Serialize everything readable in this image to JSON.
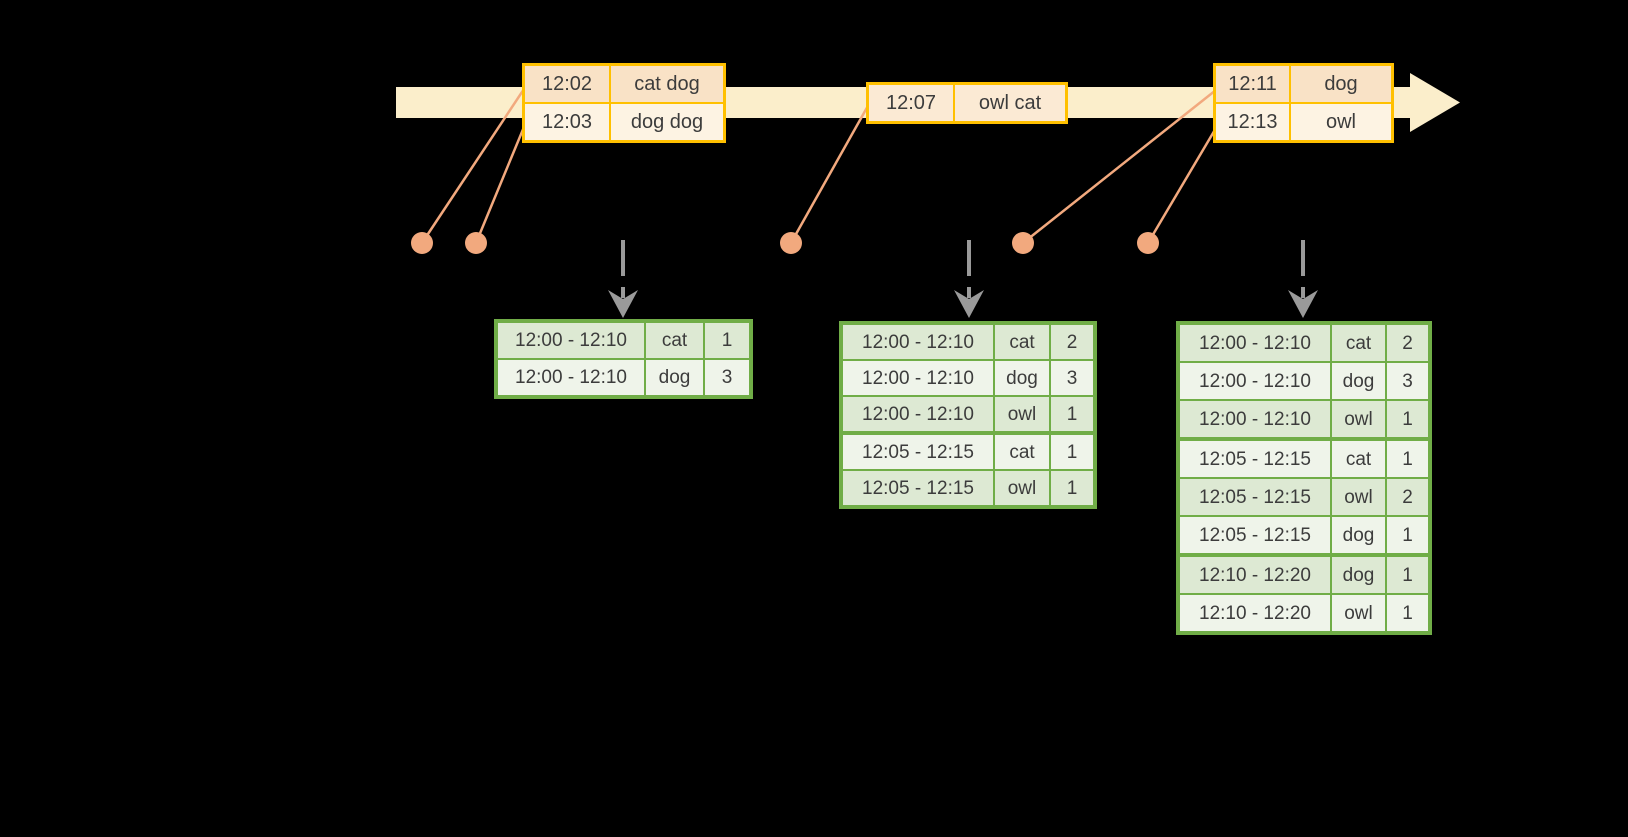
{
  "colors": {
    "background": "#000000",
    "timeline_band": "#fbeecb",
    "gold_border": "#ffc000",
    "event_row_dark": "#f9e2c6",
    "event_row_mid": "#fbead4",
    "event_row_light": "#fdf3e3",
    "marker_salmon": "#f2a97e",
    "trigger_arrow_gray": "#9a9a9a",
    "green_border": "#70ad47",
    "result_row_dark": "#dde9d3",
    "result_row_light": "#eff4ea",
    "text": "#3c3c3c"
  },
  "event_tables": [
    {
      "rows": [
        {
          "time": "12:02",
          "words": "cat dog"
        },
        {
          "time": "12:03",
          "words": "dog dog"
        }
      ]
    },
    {
      "rows": [
        {
          "time": "12:07",
          "words": "owl cat"
        }
      ]
    },
    {
      "rows": [
        {
          "time": "12:11",
          "words": "dog"
        },
        {
          "time": "12:13",
          "words": "owl"
        }
      ]
    }
  ],
  "result_tables": [
    {
      "groups": [
        [
          {
            "window": "12:00 - 12:10",
            "word": "cat",
            "count": "1"
          },
          {
            "window": "12:00 - 12:10",
            "word": "dog",
            "count": "3"
          }
        ]
      ]
    },
    {
      "groups": [
        [
          {
            "window": "12:00 - 12:10",
            "word": "cat",
            "count": "2"
          },
          {
            "window": "12:00 - 12:10",
            "word": "dog",
            "count": "3"
          },
          {
            "window": "12:00 - 12:10",
            "word": "owl",
            "count": "1"
          }
        ],
        [
          {
            "window": "12:05 - 12:15",
            "word": "cat",
            "count": "1"
          },
          {
            "window": "12:05 - 12:15",
            "word": "owl",
            "count": "1"
          }
        ]
      ]
    },
    {
      "groups": [
        [
          {
            "window": "12:00 - 12:10",
            "word": "cat",
            "count": "2"
          },
          {
            "window": "12:00 - 12:10",
            "word": "dog",
            "count": "3"
          },
          {
            "window": "12:00 - 12:10",
            "word": "owl",
            "count": "1"
          }
        ],
        [
          {
            "window": "12:05 - 12:15",
            "word": "cat",
            "count": "1"
          },
          {
            "window": "12:05 - 12:15",
            "word": "owl",
            "count": "2"
          },
          {
            "window": "12:05 - 12:15",
            "word": "dog",
            "count": "1"
          }
        ],
        [
          {
            "window": "12:10 - 12:20",
            "word": "dog",
            "count": "1"
          },
          {
            "window": "12:10 - 12:20",
            "word": "owl",
            "count": "1"
          }
        ]
      ]
    }
  ]
}
